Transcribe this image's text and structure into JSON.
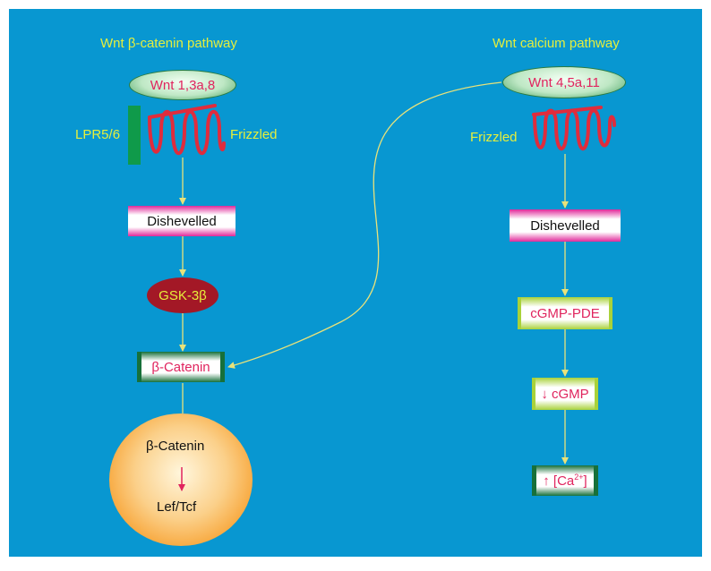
{
  "left": {
    "title": "Wnt β-catenin pathway",
    "ligand": "Wnt 1,3a,8",
    "coreceptor": "LPR5/6",
    "receptor": "Frizzled",
    "dishevelled": "Dishevelled",
    "gsk": "GSK-3β",
    "catenin": "β-Catenin",
    "nucleus": {
      "top": "β-Catenin",
      "bottom": "Lef/Tcf"
    }
  },
  "right": {
    "title": "Wnt calcium pathway",
    "ligand": "Wnt 4,5a,11",
    "receptor": "Frizzled",
    "dishevelled": "Dishevelled",
    "pde": "cGMP-PDE",
    "cgmp": "↓ cGMP",
    "calcium": {
      "prefix": "↑ [Ca",
      "sup": "2+",
      "suffix": "]"
    }
  },
  "colors": {
    "background": "#0897d1",
    "label_yellow": "#e6ef3c",
    "text_magenta": "#e0245e",
    "frizzled_red": "#e02c3c",
    "arrow": "#e9e27a"
  }
}
